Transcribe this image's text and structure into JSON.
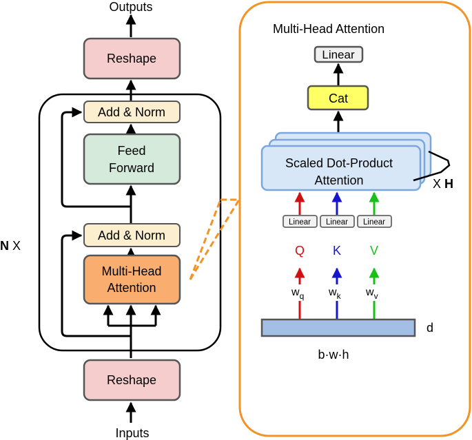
{
  "left": {
    "outputs_label": "Outputs",
    "inputs_label": "Inputs",
    "reshape_top": "Reshape",
    "reshape_bottom": "Reshape",
    "add_norm_top": "Add & Norm",
    "feed_forward_line1": "Feed",
    "feed_forward_line2": "Forward",
    "add_norm_bottom": "Add & Norm",
    "mha_line1": "Multi-Head",
    "mha_line2": "Attention",
    "repeat_n": "N",
    "repeat_x": " X"
  },
  "right": {
    "panel_title": "Multi-Head Attention",
    "linear_top": "Linear",
    "cat": "Cat",
    "sdpa_line1": "Scaled Dot-Product",
    "sdpa_line2": "Attention",
    "heads_x": "X ",
    "heads_h": "H",
    "linear_q": "Linear",
    "linear_k": "Linear",
    "linear_v": "Linear",
    "q_label": "Q",
    "k_label": "K",
    "v_label": "V",
    "wq_base": "w",
    "wq_sub": "q",
    "wk_base": "w",
    "wk_sub": "k",
    "wv_base": "w",
    "wv_sub": "v",
    "dim_d": "d",
    "dim_bwh": "b·w·h"
  },
  "colors": {
    "reshape_fill": "#f6cdcd",
    "add_norm_fill": "#fbefcf",
    "feed_forward_fill": "#d6eadb",
    "mha_fill": "#f9ad6e",
    "panel_border": "#f39326",
    "sdpa_fill": "#d8e7f8",
    "sdpa_border": "#7aa6dd",
    "cat_fill": "#ffff66",
    "input_bar_fill": "#a4bfe6",
    "q_color": "#d01010",
    "k_color": "#1515cc",
    "v_color": "#18c018"
  }
}
